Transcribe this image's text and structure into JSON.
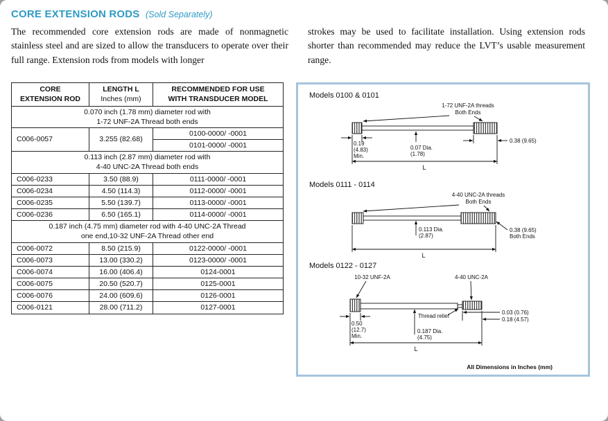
{
  "header": {
    "title": "CORE EXTENSION RODS",
    "subtitle": "(Sold Separately)"
  },
  "intro": {
    "left": "The recommended core extension rods are made of nonmagnetic stainless steel and are sized to allow the transducers to operate over their full range.  Extension rods from models with longer",
    "right": "strokes may be used to  facilitate installation.  Using extension rods shorter than recommended may reduce the LVT’s usable measurement range."
  },
  "table": {
    "headers": [
      {
        "line1": "CORE",
        "line2": "EXTENSION ROD"
      },
      {
        "line1": "LENGTH L",
        "line2": "Inches (mm)"
      },
      {
        "line1": "RECOMMENDED FOR USE",
        "line2": "WITH TRANSDUCER MODEL"
      }
    ],
    "sections": [
      {
        "note1": "0.070 inch (1.78 mm) diameter rod with",
        "note2": "1-72 UNF-2A Thread both ends",
        "rows": [
          {
            "rod": "C006-0057",
            "length": "3.255 (82.68)",
            "model1": "0100-0000/ -0001",
            "model2": "0101-0000/ -0001"
          }
        ]
      },
      {
        "note1": "0.113 inch (2.87 mm) diameter rod with",
        "note2": "4-40 UNC-2A Thread both ends",
        "rows": [
          {
            "rod": "C006-0233",
            "length": "3.50  (88.9)",
            "model1": "0111-0000/ -0001"
          },
          {
            "rod": "C006-0234",
            "length": "4.50  (114.3)",
            "model1": "0112-0000/ -0001"
          },
          {
            "rod": "C006-0235",
            "length": "5.50  (139.7)",
            "model1": "0113-0000/ -0001"
          },
          {
            "rod": "C006-0236",
            "length": "6.50  (165.1)",
            "model1": "0114-0000/ -0001"
          }
        ]
      },
      {
        "note1": "0.187 inch (4.75 mm) diameter rod with 4-40 UNC-2A Thread",
        "note2": "one end,10-32 UNF-2A Thread other end",
        "rows": [
          {
            "rod": "C006-0072",
            "length": "8.50  (215.9)",
            "model1": "0122-0000/ -0001"
          },
          {
            "rod": "C006-0073",
            "length": "13.00 (330.2)",
            "model1": "0123-0000/ -0001"
          },
          {
            "rod": "C006-0074",
            "length": "16.00 (406.4)",
            "model1": "0124-0001"
          },
          {
            "rod": "C006-0075",
            "length": "20.50 (520.7)",
            "model1": "0125-0001"
          },
          {
            "rod": "C006-0076",
            "length": "24.00 (609.6)",
            "model1": "0126-0001"
          },
          {
            "rod": "C006-0121",
            "length": "28.00 (711.2)",
            "model1": "0127-0001"
          }
        ]
      }
    ]
  },
  "diagrams": {
    "d1": {
      "title": "Models 0100 & 0101",
      "thread_label1": "1-72 UNF-2A threads",
      "thread_label2": "Both Ends",
      "dim_left1": "0.19",
      "dim_left2": "(4.83)",
      "dim_left3": "Min.",
      "dim_dia1": "0.07 Dia.",
      "dim_dia2": "(1.78)",
      "dim_right": "0.38 (9.65)",
      "dim_length": "L"
    },
    "d2": {
      "title": "Models 0111 - 0114",
      "thread_label1": "4-40 UNC-2A threads",
      "thread_label2": "Both Ends",
      "dim_dia1": "0.113 Dia.",
      "dim_dia2": "(2.87)",
      "dim_right1": "0.38 (9.65)",
      "dim_right2": "Both Ends",
      "dim_length": "L"
    },
    "d3": {
      "title": "Models 0122 - 0127",
      "thread_left": "10-32 UNF-2A",
      "thread_right": "4-40 UNC-2A",
      "thread_relief": "Thread relief",
      "dim_left1": "0.50",
      "dim_left2": "(12.7)",
      "dim_left3": "Min.",
      "dim_dia1": "0.187 Dia.",
      "dim_dia2": "(4.75)",
      "dim_r1": "0.03 (0.76)",
      "dim_r2": "0.18 (4.57)",
      "dim_length": "L"
    },
    "footer": "All Dimensions in Inches (mm)"
  }
}
